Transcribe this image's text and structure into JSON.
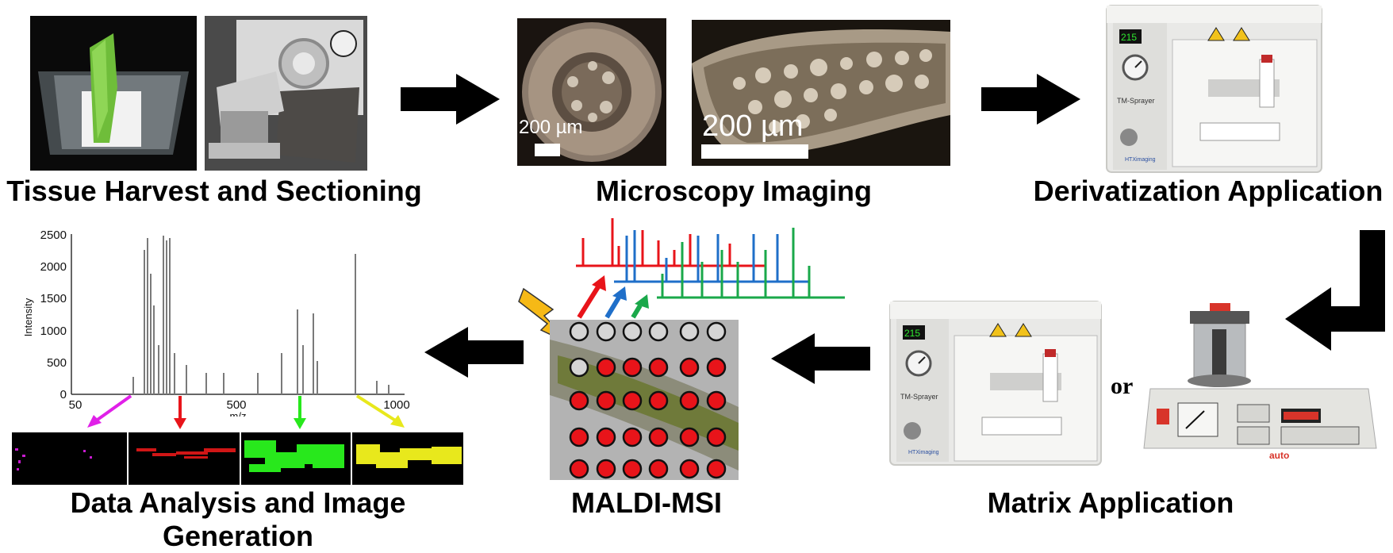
{
  "stages": {
    "tissue": "Tissue Harvest and Sectioning",
    "microscopy": "Microscopy Imaging",
    "derivatization": "Derivatization Application",
    "matrix": "Matrix Application",
    "maldi": "MALDI-MSI",
    "analysis_line1": "Data Analysis and Image",
    "analysis_line2": "Generation"
  },
  "microscopy": {
    "scalebar_small": "200 µm",
    "scalebar_large": "200 µm"
  },
  "or_label": "or",
  "sprayer": {
    "display": "215",
    "brand": "TM-Sprayer",
    "maker": "HTXimaging"
  },
  "coater": {
    "brand": "auto"
  },
  "spectrum": {
    "ylabel": "Intensity",
    "xlabel": "m/z",
    "yticks": [
      "0",
      "500",
      "1000",
      "1500",
      "2000",
      "2500"
    ],
    "xticks": [
      "50",
      "500",
      "1000"
    ]
  },
  "colors": {
    "arrow": "#000000",
    "red": "#e8141a",
    "blue": "#1f6fc9",
    "green": "#1aa84a",
    "magenta": "#e020e8",
    "lime": "#28e81c",
    "yellow": "#e8e81c"
  }
}
